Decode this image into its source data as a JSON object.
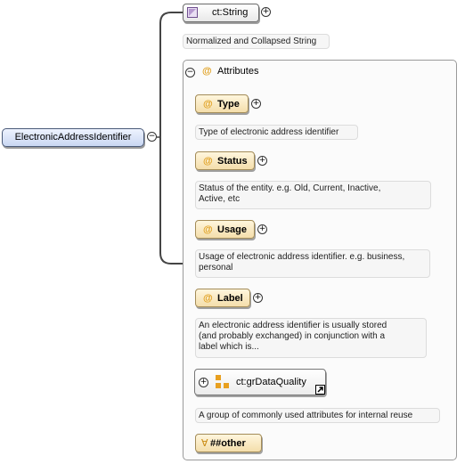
{
  "root": {
    "label": "ElectronicAddressIdentifier",
    "toggle": "−"
  },
  "simple_type": {
    "label": "ct:String",
    "toggle": "+",
    "description": "Normalized and Collapsed String"
  },
  "attributes_group": {
    "toggle": "−",
    "at_symbol": "@",
    "label": "Attributes",
    "items": [
      {
        "label": "Type",
        "toggle": "+",
        "description": "Type of electronic address identifier"
      },
      {
        "label": "Status",
        "toggle": "+",
        "description_lines": [
          "Status of the entity. e.g. Old, Current, Inactive,",
          "Active, etc"
        ]
      },
      {
        "label": "Usage",
        "toggle": "+",
        "description_lines": [
          "Usage of electronic address identifier. e.g. business,",
          "personal"
        ]
      },
      {
        "label": "Label",
        "toggle": "+",
        "description_lines": [
          "An electronic address identifier is usually stored",
          "(and probably exchanged) in conjunction with a",
          "label which is..."
        ]
      }
    ],
    "attribute_group_ref": {
      "toggle": "+",
      "label": "ct:grDataQuality",
      "description": "A group of commonly used attributes for internal reuse"
    },
    "any_attribute": {
      "symbol": "∀",
      "label": "##other"
    }
  }
}
